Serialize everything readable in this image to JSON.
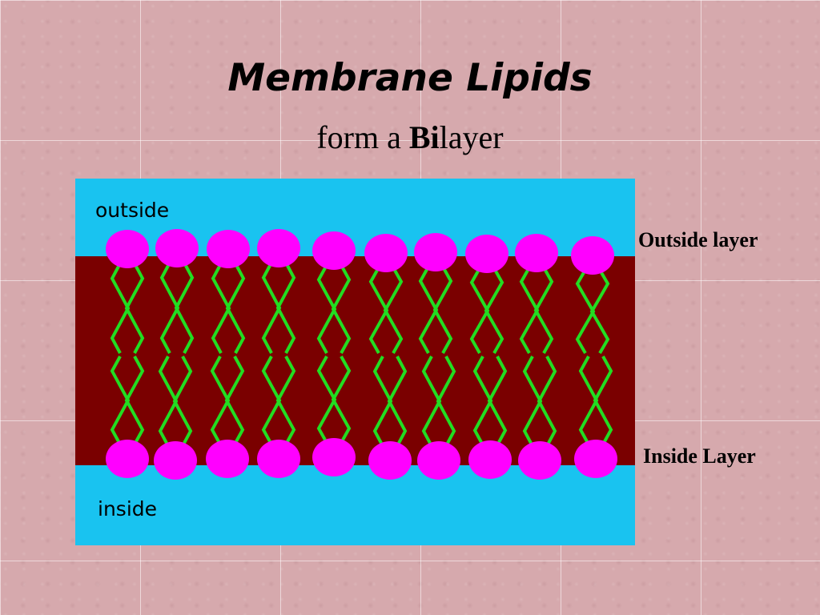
{
  "slide": {
    "title": "Membrane Lipids",
    "subtitle_prefix": "form a ",
    "subtitle_bold": "Bi",
    "subtitle_suffix": "layer"
  },
  "diagram": {
    "region_outside_label": "outside",
    "region_inside_label": "inside",
    "colors": {
      "water": "#19c3f0",
      "membrane_core": "#7a0000",
      "head": "#ff00ff",
      "tail": "#22dd22"
    },
    "head_icon": "phospholipid-head-circle",
    "tail_icon": "fatty-acid-tail-zigzag",
    "heads_per_layer": 10
  },
  "labels": {
    "outside_layer": "Outside layer",
    "inside_layer": "Inside Layer"
  }
}
